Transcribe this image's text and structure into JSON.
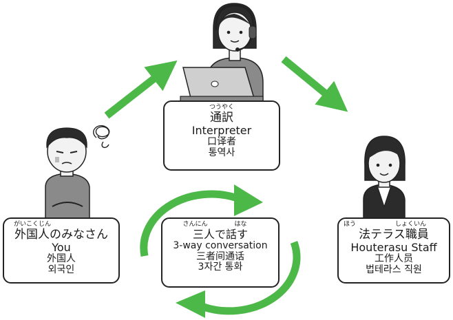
{
  "colors": {
    "arrow": "#4cb848",
    "border": "#222222",
    "skin": "#f2f2f2",
    "shade": "#8a8a8a",
    "dark": "#2b2b2b"
  },
  "icons": [
    "interpreter-illustration",
    "foreigner-illustration",
    "staff-illustration",
    "confused-scribble-icon",
    "arrow-right-icon"
  ],
  "interpreter": {
    "ruby": "つうやく",
    "ja": "通訳",
    "en": "Interpreter",
    "zh": "口译者",
    "ko": "통역사"
  },
  "you": {
    "ruby": "がいこくじん",
    "ja": "外国人のみなさん",
    "en": "You",
    "zh": "外国人",
    "ko": "외국인"
  },
  "conversation": {
    "ruby1": "さんにん",
    "ruby2": "はな",
    "ja": "三人で話す",
    "en": "3-way conversation",
    "zh": "三者间通话",
    "ko": "3자간 통화"
  },
  "staff": {
    "ruby1": "ほう",
    "ruby2": "しょくいん",
    "ja": "法テラス職員",
    "en": "Houterasu Staff",
    "zh": "工作人员",
    "ko": "법테라스 직원"
  }
}
